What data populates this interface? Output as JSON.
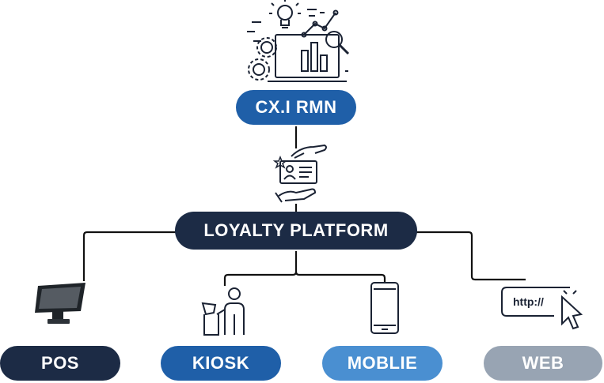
{
  "top_node": {
    "label": "CX.I RMN",
    "icon": "analytics-laptop-icon",
    "color": "#1f5fa8"
  },
  "center_node": {
    "label": "LOYALTY PLATFORM",
    "icon": "loyalty-card-hands-icon",
    "color": "#1c2b45"
  },
  "channels": [
    {
      "label": "POS",
      "icon": "pos-terminal-icon",
      "color": "#1c2b45"
    },
    {
      "label": "KIOSK",
      "icon": "kiosk-user-icon",
      "color": "#1f5fa8"
    },
    {
      "label": "MOBLIE",
      "icon": "mobile-phone-icon",
      "color": "#4a8fd1"
    },
    {
      "label": "WEB",
      "icon": "web-browser-icon",
      "color": "#98a4b3",
      "icon_text": "http://"
    }
  ],
  "connector_color": "#111111"
}
